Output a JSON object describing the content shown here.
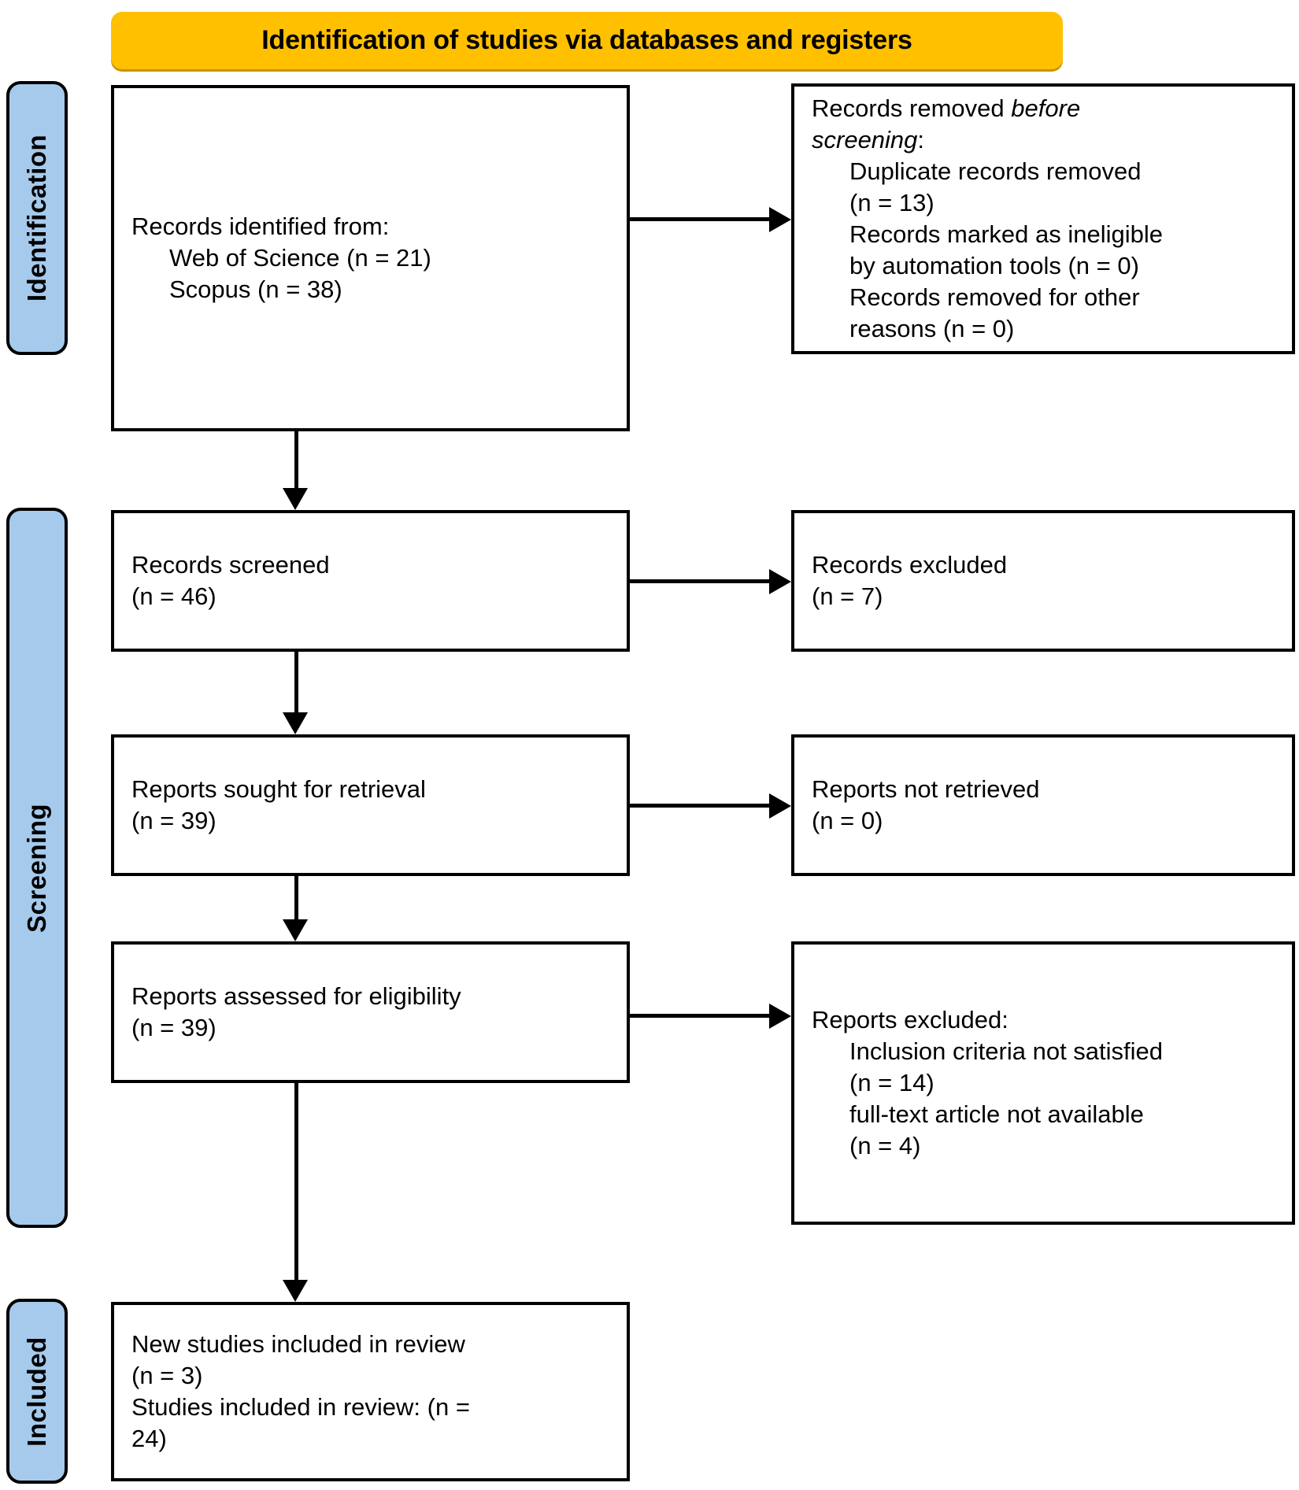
{
  "banner": {
    "title": "Identification of studies via databases and registers"
  },
  "colors": {
    "banner_fill": "#FFC000",
    "stage_fill": "#A6CAEC",
    "box_fill": "#FFFFFF",
    "stroke": "#000000"
  },
  "stages": [
    {
      "id": "identification",
      "label": "Identification"
    },
    {
      "id": "screening",
      "label": "Screening"
    },
    {
      "id": "included",
      "label": "Included"
    }
  ],
  "boxes": {
    "identified": {
      "l0": "Records identified from:",
      "l1": "Web of Science (n = 21)",
      "l2": "Scopus (n = 38)"
    },
    "removed": {
      "l0_pre": "Records removed ",
      "l0_em": "before",
      "l1_em": "screening",
      "l1_post": ":",
      "l2": "Duplicate records removed",
      "l3": "(n = 13)",
      "l4": "Records marked as ineligible",
      "l5": "by automation tools (n = 0)",
      "l6": "Records removed for other",
      "l7": "reasons (n = 0)"
    },
    "screened": {
      "l0": "Records screened",
      "l1": "(n = 46)"
    },
    "excluded": {
      "l0": "Records excluded",
      "l1": "(n = 7)"
    },
    "sought": {
      "l0": "Reports sought for retrieval",
      "l1": "(n = 39)"
    },
    "not_retrieved": {
      "l0": "Reports not retrieved",
      "l1": "(n = 0)"
    },
    "assessed": {
      "l0": "Reports assessed for eligibility",
      "l1": "(n = 39)"
    },
    "reports_excluded": {
      "l0": "Reports excluded:",
      "l1": "Inclusion criteria not satisfied",
      "l2": "(n = 14)",
      "l3": "full-text article not available",
      "l4": "(n = 4)"
    },
    "included": {
      "l0": "New studies included in review",
      "l1": "(n = 3)",
      "l2": "Studies included in review: (n =",
      "l3": "24)"
    }
  },
  "chart_data": {
    "type": "diagram",
    "title": "Identification of studies via databases and registers",
    "nodes": [
      {
        "id": "identified",
        "stage": "Identification",
        "column": "left",
        "counts": {
          "Web of Science": 21,
          "Scopus": 38
        }
      },
      {
        "id": "removed",
        "stage": "Identification",
        "column": "right",
        "counts": {
          "Duplicate records removed": 13,
          "Records marked as ineligible by automation tools": 0,
          "Records removed for other reasons": 0
        }
      },
      {
        "id": "screened",
        "stage": "Screening",
        "column": "left",
        "counts": {
          "n": 46
        }
      },
      {
        "id": "excluded",
        "stage": "Screening",
        "column": "right",
        "counts": {
          "n": 7
        }
      },
      {
        "id": "sought",
        "stage": "Screening",
        "column": "left",
        "counts": {
          "n": 39
        }
      },
      {
        "id": "not_retrieved",
        "stage": "Screening",
        "column": "right",
        "counts": {
          "n": 0
        }
      },
      {
        "id": "assessed",
        "stage": "Screening",
        "column": "left",
        "counts": {
          "n": 39
        }
      },
      {
        "id": "reports_excluded",
        "stage": "Screening",
        "column": "right",
        "counts": {
          "Inclusion criteria not satisfied": 14,
          "full-text article not available": 4
        }
      },
      {
        "id": "included",
        "stage": "Included",
        "column": "left",
        "counts": {
          "New studies included in review": 3,
          "Studies included in review": 24
        }
      }
    ],
    "edges": [
      {
        "from": "identified",
        "to": "removed",
        "direction": "right"
      },
      {
        "from": "identified",
        "to": "screened",
        "direction": "down"
      },
      {
        "from": "screened",
        "to": "excluded",
        "direction": "right"
      },
      {
        "from": "screened",
        "to": "sought",
        "direction": "down"
      },
      {
        "from": "sought",
        "to": "not_retrieved",
        "direction": "right"
      },
      {
        "from": "sought",
        "to": "assessed",
        "direction": "down"
      },
      {
        "from": "assessed",
        "to": "reports_excluded",
        "direction": "right"
      },
      {
        "from": "assessed",
        "to": "included",
        "direction": "down"
      }
    ]
  }
}
